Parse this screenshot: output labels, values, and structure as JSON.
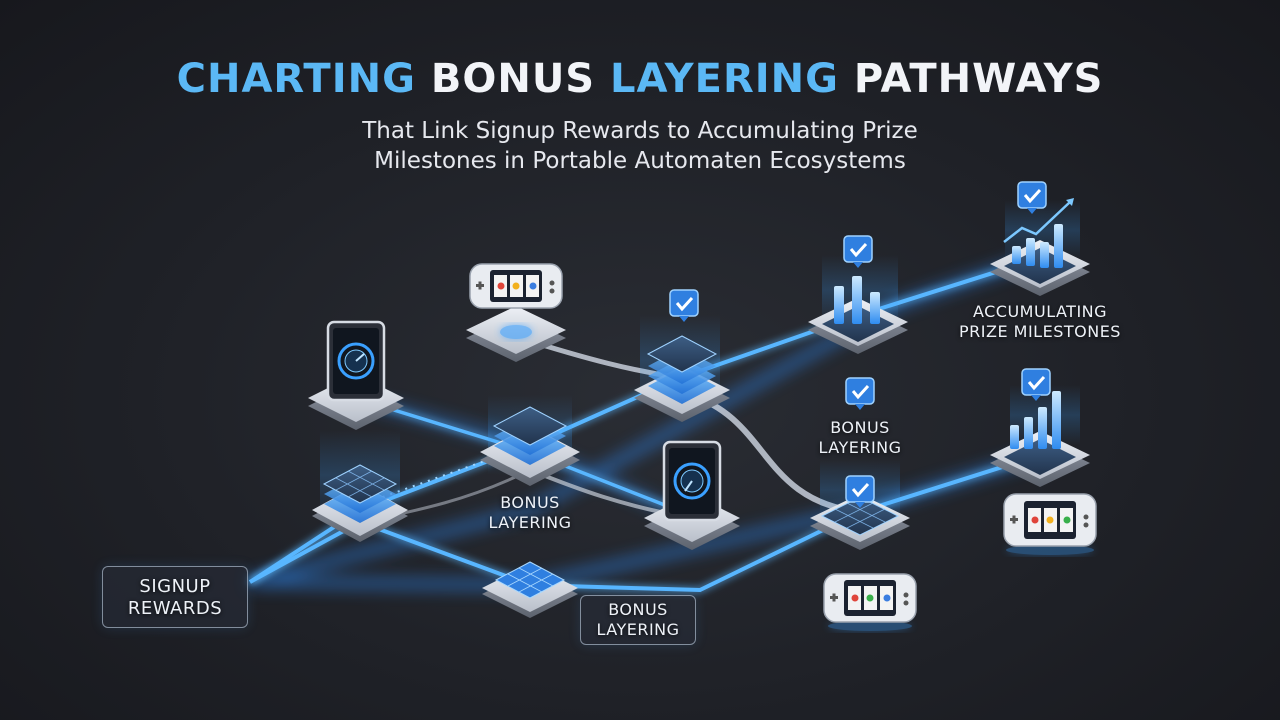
{
  "title": {
    "part1": "CHARTING",
    "part2": "BONUS",
    "part3": "LAYERING",
    "part4": "PATHWAYS"
  },
  "subtitle": {
    "line1": "That Link Signup Rewards to Accumulating Prize",
    "line2": "Milestones in Portable Automaten Ecosystems"
  },
  "labels": {
    "signup_line1": "SIGNUP",
    "signup_line2": "REWARDS",
    "bonus_layering_1_line1": "BONUS",
    "bonus_layering_1_line2": "LAYERING",
    "bonus_layering_2_line1": "BONUS",
    "bonus_layering_2_line2": "LAYERING",
    "bonus_layering_3_line1": "BONUS",
    "bonus_layering_3_line2": "LAYERING",
    "milestones_line1": "ACCUMULATING",
    "milestones_line2": "PRIZE MILESTONES"
  },
  "colors": {
    "accent_blue": "#5bb8f5",
    "glow_blue": "#3aa0ff",
    "background": "#1f2127",
    "platform": "#c9ced8"
  },
  "icons": [
    "checkmark-badge-icon",
    "gauge-icon",
    "slot-reels-icon",
    "bar-chart-icon",
    "trend-arrow-icon"
  ]
}
